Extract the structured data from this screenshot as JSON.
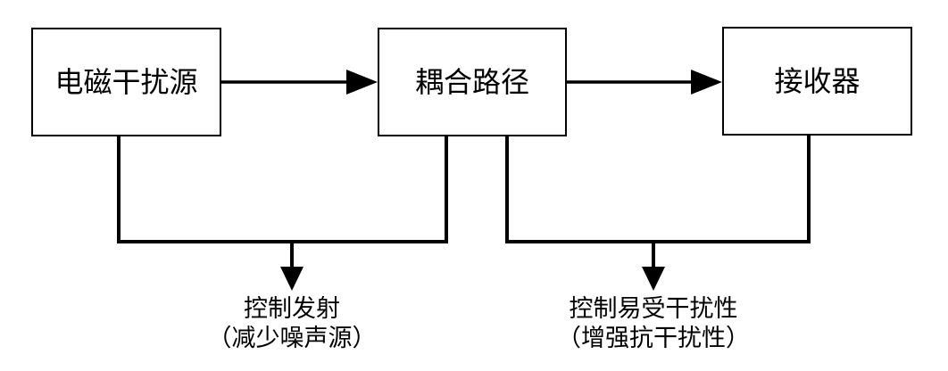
{
  "diagram": {
    "boxes": [
      {
        "id": "emi-source",
        "label": "电磁干扰源"
      },
      {
        "id": "coupling-path",
        "label": "耦合路径"
      },
      {
        "id": "receiver",
        "label": "接收器"
      }
    ],
    "annotations": [
      {
        "id": "control-emission",
        "line1": "控制发射",
        "line2": "（减少噪声源）"
      },
      {
        "id": "control-susceptibility",
        "line1": "控制易受干扰性",
        "line2": "（增强抗干扰性）"
      }
    ],
    "colors": {
      "line": "#000000",
      "background": "#ffffff",
      "box_fill": "#ffffff",
      "text": "#000000"
    }
  }
}
